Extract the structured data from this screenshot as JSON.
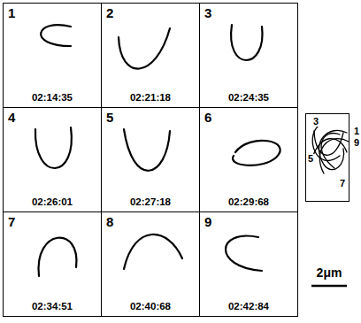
{
  "diagram": {
    "nodes": [
      {
        "text": [
          "1",
          "02:14:35"
        ]
      },
      {
        "text": [
          "2",
          "02:21:18"
        ]
      },
      {
        "text": [
          "3",
          "02:24:35"
        ]
      },
      {
        "text": [
          "4",
          "02:26:01"
        ]
      },
      {
        "text": [
          "5",
          "02:27:18"
        ]
      },
      {
        "text": [
          "6",
          "02:29:68"
        ]
      },
      {
        "text": [
          "7",
          "02:34:51"
        ]
      },
      {
        "text": [
          "8",
          "02:40:68"
        ]
      },
      {
        "text": [
          "9",
          "02:42:84"
        ]
      },
      {
        "text": [
          "3",
          "1",
          "9",
          "5",
          "7"
        ]
      }
    ],
    "labels": [
      "2μm"
    ]
  }
}
